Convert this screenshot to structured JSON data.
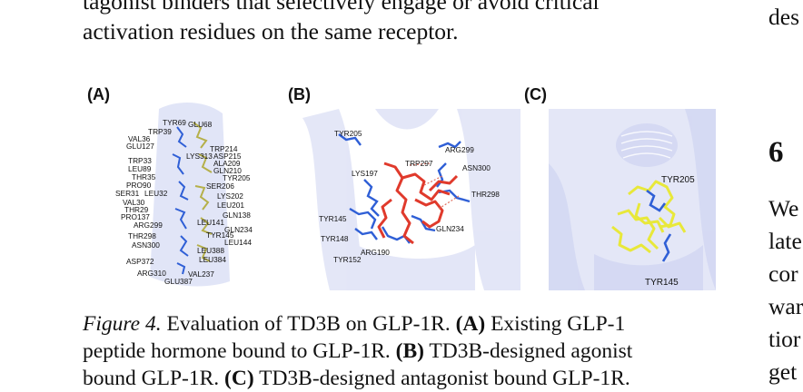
{
  "body_text": {
    "line1": "tagonist binders that selectively engage or avoid critical",
    "line2": "activation residues on the same receptor."
  },
  "figure": {
    "panel_labels": [
      "(A)",
      "(B)",
      "(C)"
    ],
    "panel_a_residues": [
      "TYR69",
      "GLU68",
      "TRP39",
      "VAL36",
      "GLU127",
      "TRP214",
      "LYS313",
      "ASP215",
      "ALA209",
      "TRP33",
      "GLN210",
      "LEU89",
      "TYR205",
      "THR35",
      "PRO90",
      "SER206",
      "SER31",
      "LEU32",
      "LYS202",
      "VAL30",
      "LEU201",
      "THR29",
      "GLN138",
      "PRO137",
      "LEU141",
      "ARG299",
      "GLN234",
      "THR298",
      "TYR145",
      "ASN300",
      "LEU144",
      "LEU388",
      "ASP372",
      "LEU384",
      "ARG310",
      "VAL237",
      "GLU387"
    ],
    "panel_b_residues": [
      "TYR205",
      "ARG299",
      "TRP297",
      "ASN300",
      "LYS197",
      "THR298",
      "TYR145",
      "GLN234",
      "TYR148",
      "ARG190",
      "TYR152"
    ],
    "panel_c_residues": [
      "TYR205",
      "TYR145"
    ],
    "caption": {
      "fig_label": "Figure 4.",
      "line1_text": " Evaluation of TD3B on GLP-1R. ",
      "a_label": "(A)",
      "line1_tail": " Existing GLP-1",
      "line2_text": "peptide hormone bound to GLP-1R. ",
      "b_label": "(B)",
      "line2_tail": " TD3B-designed agonist",
      "line3_text": "bound GLP-1R. ",
      "c_label": "(C)",
      "line3_tail": " TD3B-designed antagonist bound GLP-1R."
    }
  },
  "right_column": {
    "top_fragment": "des",
    "section_number": "6",
    "fragments": [
      "We",
      "late",
      "cor",
      "war",
      "tior",
      "get"
    ]
  },
  "colors": {
    "ribbon": "#c9cff0",
    "blue_residue": "#2f5fd6",
    "olive_residue": "#b5b04a",
    "red_ligand": "#e03a2c",
    "yellow_ligand": "#e8e83a"
  }
}
